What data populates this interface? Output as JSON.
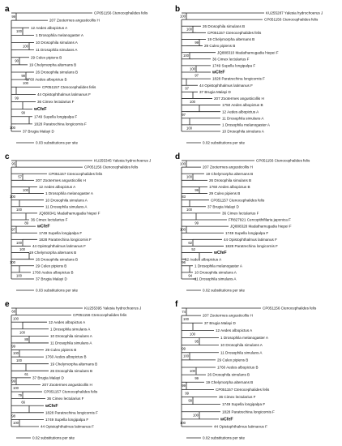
{
  "figure": {
    "panels": [
      {
        "letter": "a",
        "scale_label": "0.03 substitutions per site",
        "tips": [
          "CP051156 Ctenocephalides felis",
          "207 Zootermes angusticollis H",
          "12 Aedes albopictus A",
          "1 Drosophila melanogaster A",
          "10 Drosophila simulans A",
          "11 Drosophila simulans A",
          "29 Culex pipiens B",
          "19 Chelymorpha alternans B",
          "26 Drosophila simulans B",
          "1760 Aedes albopictus B",
          "CP051157 Ctenocephalides felis",
          "44 Opistophthalmus latimanus F",
          "36 Cimex lectularius F",
          "wCfeF",
          "1749 Supella longipalpa F",
          "1828 Paratrechina longicornis F",
          "37 Brugia Malayi D"
        ],
        "bootstraps": [
          "99",
          "100",
          "100",
          "90",
          "99",
          "100",
          "99",
          "99",
          "100"
        ]
      },
      {
        "letter": "b",
        "scale_label": "0.02 substitutions per site",
        "tips": [
          "KU255287 Yalesia hydrochoerus J",
          "CP051156 Ctenocephalides felis",
          "26 Drosophila simulans B",
          "CP051157 Ctenocephalides felis",
          "19 Chelymorpha alternans B",
          "29 Culex pipiens B",
          "JQ888310 Madathamugadia hiepei F",
          "36 Cimex lectularius F",
          "1749 Supella longipalpa F",
          "wCfeF",
          "1828 Paratrechina longicornis F",
          "44 Opistophthalmus latimanus F",
          "37 Brugia Malayi D",
          "207 Zootermes angusticollis H",
          "1750 Aedes albopictus B",
          "12 Aedes albopictus A",
          "11 Drosophila simulans A",
          "1 Drosophila melanogaster A",
          "10 Drosophila simulans A"
        ],
        "bootstraps": [
          "100",
          "100",
          "99",
          "100",
          "100",
          "97",
          "97",
          "100",
          "97",
          "100"
        ]
      },
      {
        "letter": "c",
        "scale_label": "0.03 substitutions per site",
        "tips": [
          "KU255345 Yalesia hydrochoerus J",
          "CP051156 Ctenocephalides felis",
          "CP051157 Ctenocephalides felis",
          "207 Zootermes angusticollis H",
          "12 Aedes albopictus A",
          "1 Drosophila melanogaster A",
          "10 Drosophila simulans A",
          "11 Drosophila simulans A",
          "JQ888341 Madathamugadia hiepei F",
          "36 Cimex lectularius F",
          "wCfeF",
          "1749 Supella longipalpa F",
          "1828 Paratrechina longicornis F",
          "44 Opistophthalmus latimanus F",
          "19 Chelymorpha alternans B",
          "26 Drosophila simulans B",
          "29 Culex pipiens B",
          "1760 Aedes albopictus B",
          "37 Brugia Malayi D"
        ],
        "bootstraps": [
          "95",
          "57",
          "100",
          "100",
          "100",
          "89",
          "97",
          "100",
          "100",
          "100",
          "100"
        ]
      },
      {
        "letter": "d",
        "scale_label": "0.02 substitutions per site",
        "tips": [
          "CP051156 Ctenocephalides felis",
          "207 Zootermes angusticollis H",
          "19 Chelymorpha alternans B",
          "26 Drosophila simulans B",
          "1760 Aedes albopictus B",
          "29 Culex pipiens B",
          "CP051157 Ctenocephalides felis",
          "37 Brugia Malayi D",
          "36 Cimex lectularius F",
          "FR827921 Cercopithifilaria japonica F",
          "JQ888328 Madathamugadia hiepei F",
          "1749 Supella longipalpa F",
          "44 Opistophthalmus latimanus F",
          "1828 Paratrechina longicornis F",
          "wCfeF",
          "12 Aedes albopictus A",
          "1 Drosophila melanogaster A",
          "10 Drosophila simulans A",
          "11 Drosophila simulans A"
        ],
        "bootstraps": [
          "100",
          "100",
          "99",
          "83",
          "100",
          "99",
          "100",
          "62",
          "52",
          "96",
          "94"
        ]
      },
      {
        "letter": "e",
        "scale_label": "0.02 substitutions per site",
        "tips": [
          "KU255395 Yalesia hydrochoerus J",
          "CP051156 Ctenocephalides felis",
          "12 Aedes albopictus A",
          "1 Drosophila simulans A",
          "10 Drosophila simulans A",
          "11 Drosophila simulans A",
          "29 Culex pipiens B",
          "1760 Aedes albopictus B",
          "19 Chelymorpha alternans B",
          "26 Drosophila simulans B",
          "37 Brugia Malayi D",
          "207 Zootermes angusticollis H",
          "CP051157 Ctenocephalides felis",
          "36 Cimex lectularius F",
          "wCfeF",
          "1828 Paratrechina longicornis F",
          "1749 Supella longipalpa F",
          "44 Opistophthalmus latimanus F"
        ],
        "bootstraps": [
          "68",
          "100",
          "100",
          "88",
          "99",
          "100",
          "100",
          "61",
          "99",
          "100",
          "79",
          "66",
          "98",
          "100"
        ]
      },
      {
        "letter": "f",
        "scale_label": "0.02 substitutions per site",
        "tips": [
          "CP051156 Ctenocephalides felis",
          "207 Zootermes angusticollis H",
          "37 Brugia Malayi D",
          "12 Aedes albopictus A",
          "1 Drosophila melanogaster A",
          "10 Drosophila simulans A",
          "11 Drosophila simulans A",
          "29 Culex pipiens B",
          "1760 Aedes albopictus B",
          "26 Drosophila simulans B",
          "19 Chelymorpha alternans B",
          "CP051157 Ctenocephalides felis",
          "36 Cimex lectularius F",
          "1749 Supella longipalpa F",
          "1828 Paratrechina longicornis F",
          "wCfeF",
          "44 Opistophthalmus latimanus F"
        ],
        "bootstraps": [
          "74",
          "100",
          "100",
          "95",
          "99",
          "100",
          "100",
          "99",
          "99",
          "99",
          "99",
          "100",
          "100"
        ]
      }
    ]
  }
}
